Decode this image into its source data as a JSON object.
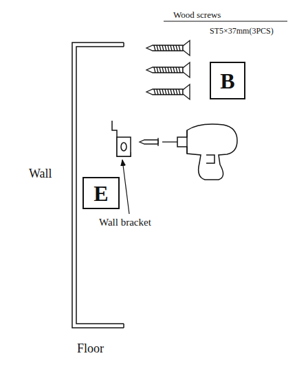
{
  "diagram": {
    "nodes": [
      {
        "text": [
          "B"
        ]
      },
      {
        "text": [
          "E"
        ]
      }
    ],
    "labels": [
      "Wood screws",
      "ST5×37mm(3PCS)",
      "Wall",
      "Wall bracket",
      "Floor"
    ]
  }
}
